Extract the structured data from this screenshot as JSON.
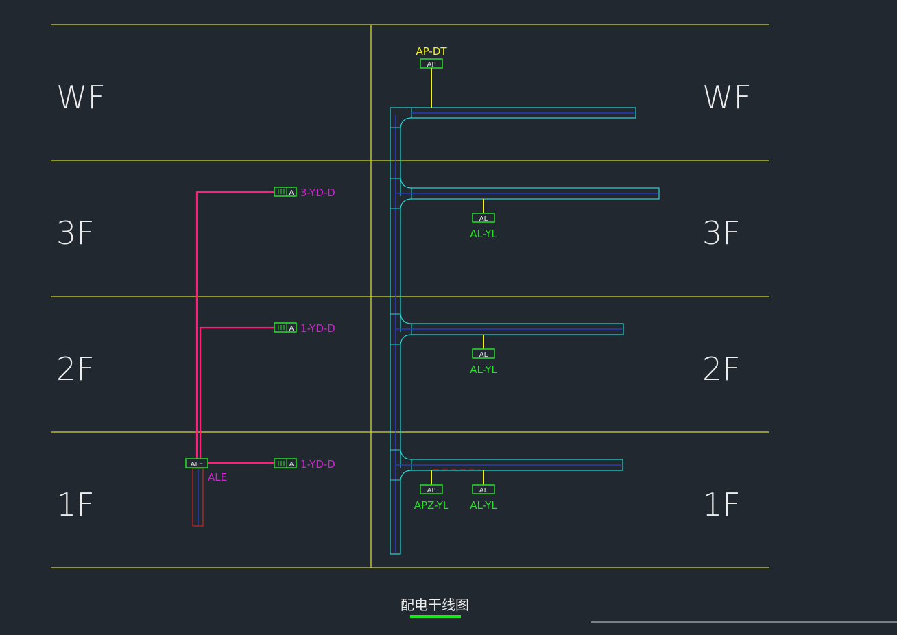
{
  "floors": {
    "wf": "WF",
    "f3": "3F",
    "f2": "2F",
    "f1": "1F"
  },
  "top_panel": {
    "name": "AP-DT",
    "box": "AP"
  },
  "al_panels": [
    {
      "box": "AL",
      "name": "AL-YL"
    },
    {
      "box": "AL",
      "name": "AL-YL"
    },
    {
      "box": "AL",
      "name": "AL-YL"
    }
  ],
  "apz_panel": {
    "box": "AP",
    "name": "APZ-YL"
  },
  "ale_panel": {
    "box": "ALE",
    "name": "ALE"
  },
  "meter_boxes": [
    {
      "box": "A",
      "name": "3-YD-D"
    },
    {
      "box": "A",
      "name": "1-YD-D"
    },
    {
      "box": "A",
      "name": "1-YD-D"
    }
  ],
  "title": "配电干线图",
  "colors": {
    "background": "#212830",
    "floor_line": "#d8d829",
    "tray": "#22d3d3",
    "tray_inner": "#2b3dd6",
    "panel_box": "#22e322",
    "feeder": "#ff1f7a",
    "magenta_text": "#d61fd6",
    "yellow": "#f3f31c",
    "white": "#ececec",
    "red_outline": "#d62020"
  }
}
